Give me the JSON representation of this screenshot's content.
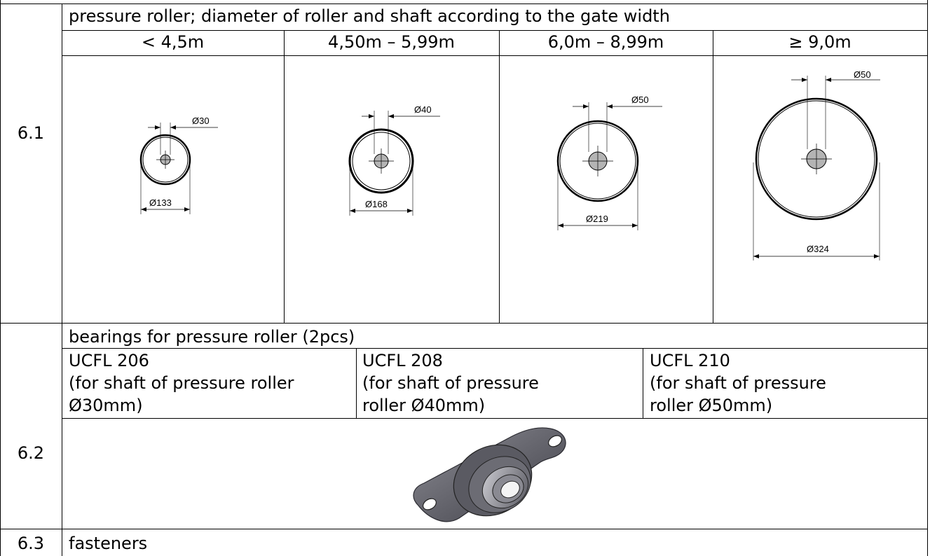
{
  "section_61": {
    "number": "6.1",
    "title": "pressure roller; diameter of roller and shaft according to the gate width",
    "columns": [
      {
        "range": "< 4,5m",
        "shaft": "Ø30",
        "roller": "Ø133"
      },
      {
        "range": "4,50m – 5,99m",
        "shaft": "Ø40",
        "roller": "Ø168"
      },
      {
        "range": "6,0m – 8,99m",
        "shaft": "Ø50",
        "roller": "Ø219"
      },
      {
        "range": "≥ 9,0m",
        "shaft": "Ø50",
        "roller": "Ø324"
      }
    ]
  },
  "section_62": {
    "number": "6.2",
    "title": "bearings for pressure roller (2pcs)",
    "bearings": [
      {
        "model": "UCFL 206",
        "line2": "(for shaft of pressure roller",
        "line3": "Ø30mm)"
      },
      {
        "model": "UCFL 208",
        "line2": "(for shaft of pressure",
        "line3": "roller Ø40mm)"
      },
      {
        "model": "UCFL 210",
        "line2": "(for shaft of pressure",
        "line3": "roller Ø50mm)"
      }
    ]
  },
  "section_63": {
    "number": "6.3",
    "title": "fasteners"
  }
}
